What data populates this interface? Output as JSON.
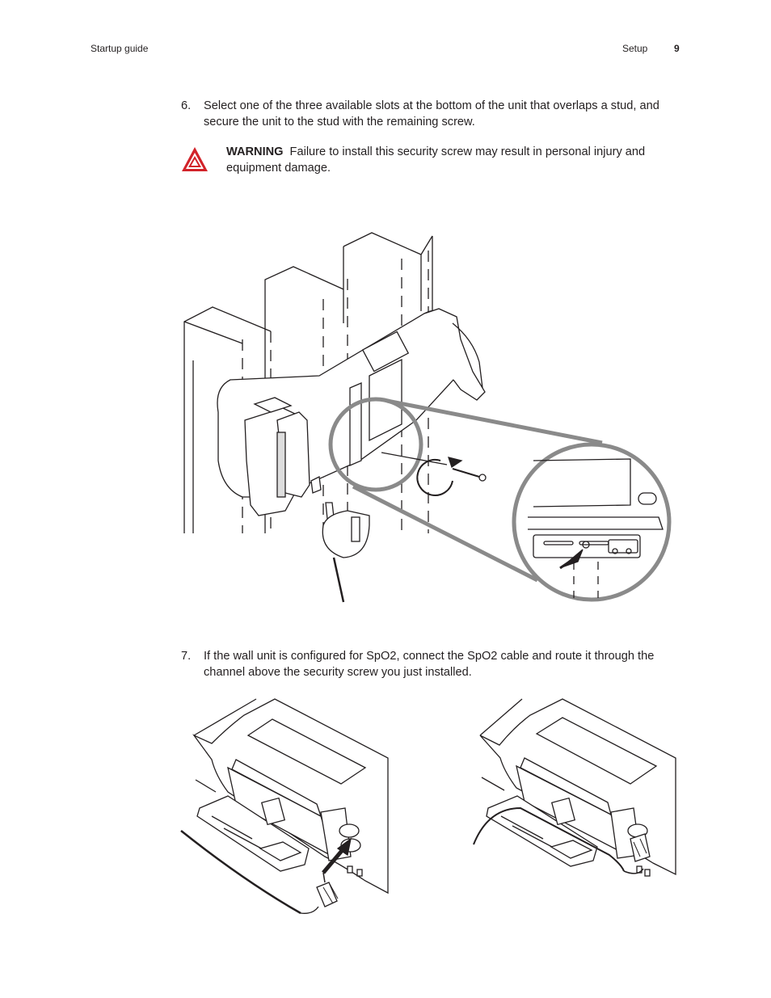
{
  "header": {
    "left": "Startup guide",
    "section": "Setup",
    "page_number": "9"
  },
  "steps": [
    {
      "number": "6.",
      "text": "Select one of the three available slots at the bottom of the unit that overlaps a stud, and secure the unit to the stud with the remaining screw."
    },
    {
      "number": "7.",
      "text": "If the wall unit is configured for SpO2, connect the SpO2 cable and route it through the channel above the security screw you just installed."
    }
  ],
  "warning": {
    "label": "WARNING",
    "text": "Failure to install this security screw may result in personal injury and equipment damage.",
    "icon": "warning-triangle-icon",
    "color": "#d2232a"
  }
}
